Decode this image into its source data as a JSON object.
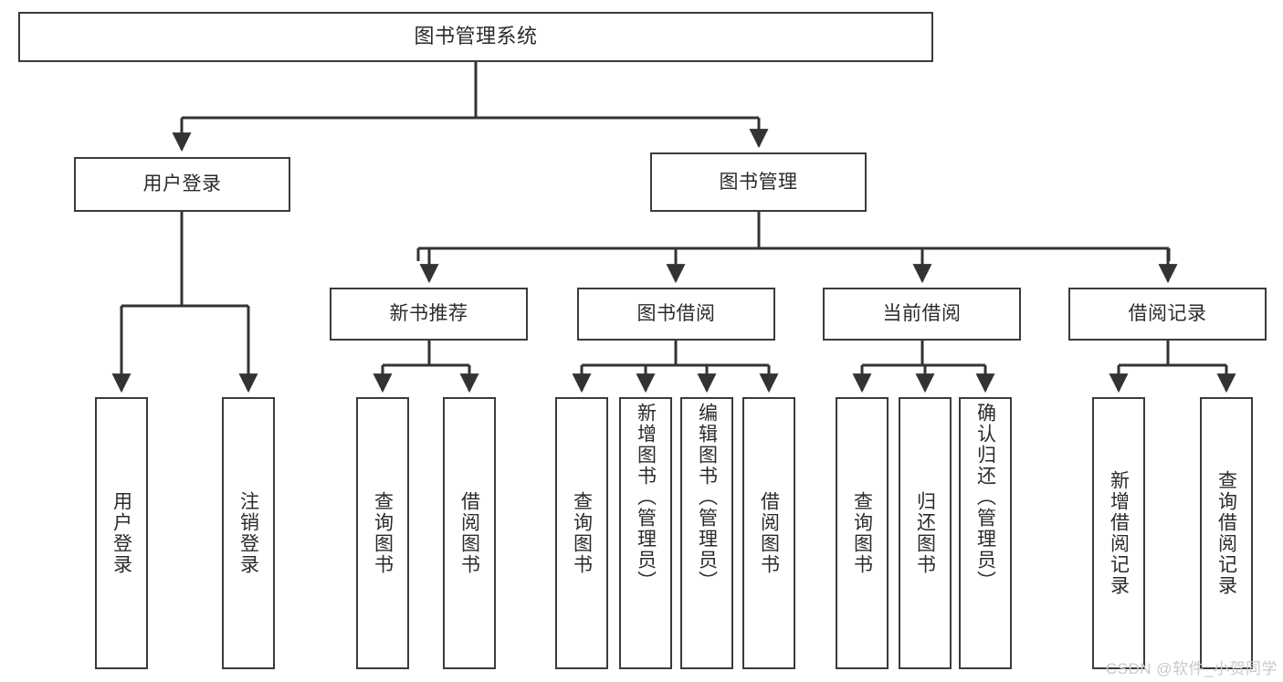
{
  "diagram": {
    "type": "tree",
    "title": "图书管理系统",
    "watermark": "CSDN @软件_小贺同学",
    "colors": {
      "box_border": "#3b3b3b",
      "box_fill": "#ffffff",
      "connector": "#333333",
      "text": "#2b2b2b",
      "watermark": "#c9c9c9",
      "background": "#ffffff"
    },
    "levels": {
      "root": {
        "label": "图书管理系统"
      },
      "level2": [
        {
          "id": "user-login",
          "label": "用户登录"
        },
        {
          "id": "book-manage",
          "label": "图书管理"
        }
      ],
      "level3": [
        {
          "id": "new-book-rec",
          "label": "新书推荐",
          "parent": "book-manage"
        },
        {
          "id": "book-borrow",
          "label": "图书借阅",
          "parent": "book-manage"
        },
        {
          "id": "current-borrow",
          "label": "当前借阅",
          "parent": "book-manage"
        },
        {
          "id": "borrow-record",
          "label": "借阅记录",
          "parent": "book-manage"
        }
      ],
      "leaves": [
        {
          "id": "leaf-1",
          "label": "用户登录",
          "parent": "user-login"
        },
        {
          "id": "leaf-2",
          "label": "注销登录",
          "parent": "user-login"
        },
        {
          "id": "leaf-3",
          "label": "查询图书",
          "parent": "new-book-rec"
        },
        {
          "id": "leaf-4",
          "label": "借阅图书",
          "parent": "new-book-rec"
        },
        {
          "id": "leaf-5",
          "label": "查询图书",
          "parent": "book-borrow"
        },
        {
          "id": "leaf-6",
          "label": "新增图书（管理员）",
          "parent": "book-borrow"
        },
        {
          "id": "leaf-7",
          "label": "编辑图书（管理员）",
          "parent": "book-borrow"
        },
        {
          "id": "leaf-8",
          "label": "借阅图书",
          "parent": "book-borrow"
        },
        {
          "id": "leaf-9",
          "label": "查询图书",
          "parent": "current-borrow"
        },
        {
          "id": "leaf-10",
          "label": "归还图书",
          "parent": "current-borrow"
        },
        {
          "id": "leaf-11",
          "label": "确认归还（管理员）",
          "parent": "current-borrow"
        },
        {
          "id": "leaf-12",
          "label": "新增借阅记录",
          "parent": "borrow-record"
        },
        {
          "id": "leaf-13",
          "label": "查询借阅记录",
          "parent": "borrow-record"
        }
      ]
    }
  }
}
